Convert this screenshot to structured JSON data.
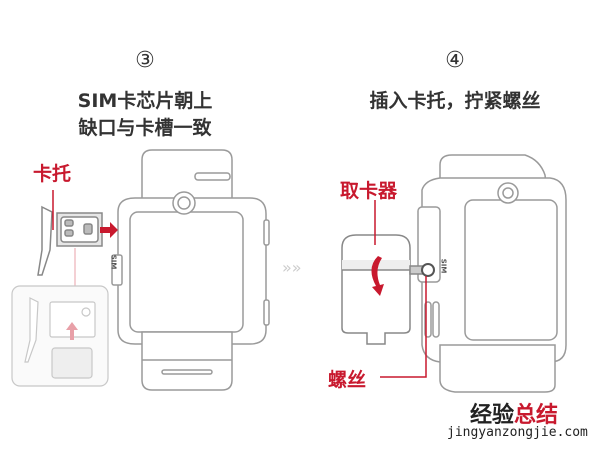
{
  "step3": {
    "number": "③",
    "line1": "SIM卡芯片朝上",
    "line2": "缺口与卡槽一致",
    "label_tray": "卡托",
    "sim_mark": "SIM"
  },
  "step4": {
    "number": "④",
    "line1": "插入卡托，拧紧螺丝",
    "label_tool": "取卡器",
    "label_screw": "螺丝",
    "sim_mark": "SIM"
  },
  "separator": "»»",
  "watermark": {
    "text_a": "经验",
    "text_b": "总结",
    "url": "jingyanzongjie.com"
  },
  "colors": {
    "accent": "#c8192e",
    "text": "#333333",
    "line": "#9a9a9a"
  }
}
